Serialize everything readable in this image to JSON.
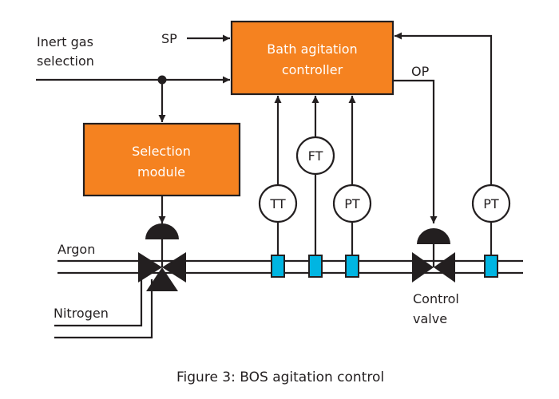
{
  "colors": {
    "block": "#f58220",
    "sensor": "#00b5e2",
    "line": "#231f20"
  },
  "inputs": {
    "inert_gas_line1": "Inert gas",
    "inert_gas_line2": "selection",
    "sp": "SP",
    "op": "OP"
  },
  "controller": {
    "line1": "Bath agitation",
    "line2": "controller"
  },
  "selection_module": {
    "line1": "Selection",
    "line2": "module"
  },
  "instruments": {
    "tt": "TT",
    "ft": "FT",
    "pt1": "PT",
    "pt2": "PT"
  },
  "gases": {
    "argon": "Argon",
    "nitrogen": "Nitrogen"
  },
  "control_valve": {
    "line1": "Control",
    "line2": "valve"
  },
  "caption": "Figure 3: BOS agitation control"
}
